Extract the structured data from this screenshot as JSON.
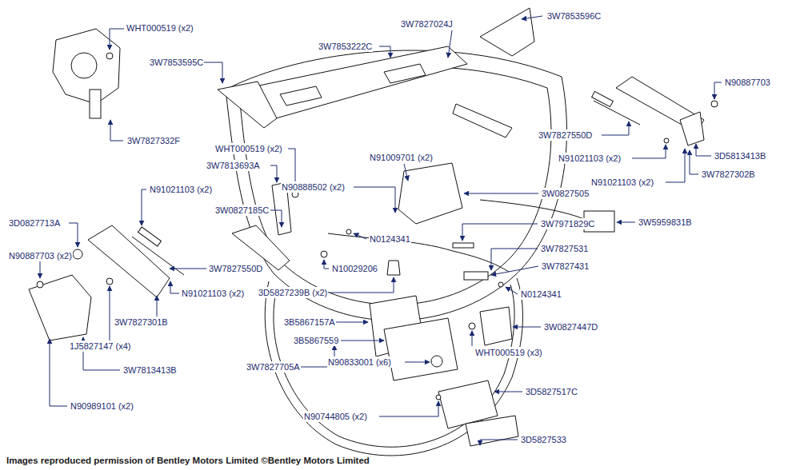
{
  "diagram": {
    "caption": "Images reproduced permission of Bentley Motors Limited ©Bentley Motors Limited",
    "labels": [
      "WHT000519 (x2)",
      "3W7827024J",
      "3W7853596C",
      "3W7853222C",
      "3W7853595C",
      "N90887703",
      "3W7827332F",
      "3W7827550D",
      "WHT000519 (x2)",
      "3W7813693A",
      "N91009701 (x2)",
      "N91021103 (x2)",
      "3D5813413B",
      "N91021103 (x2)",
      "N90888502 (x2)",
      "3W0827505",
      "N91021103 (x2)",
      "3W7827302B",
      "3W0827185C",
      "3D0827713A",
      "N0124341",
      "3W7971829C",
      "3W5959831B",
      "N90887703 (x2)",
      "3W7827550D",
      "N10029206",
      "3W7827531",
      "3W7827431",
      "N91021103 (x2)",
      "3D5827239B (x2)",
      "N0124341",
      "3B5867157A",
      "3W7827301B",
      "3W0827447D",
      "WHT000519 (x3)",
      "3B5867559",
      "1J5827147 (x4)",
      "N90833001 (x6)",
      "3W7827705A",
      "3W7813413B",
      "3D5827517C",
      "N90989101 (x2)",
      "N90744805 (x2)",
      "3D5827533"
    ]
  }
}
